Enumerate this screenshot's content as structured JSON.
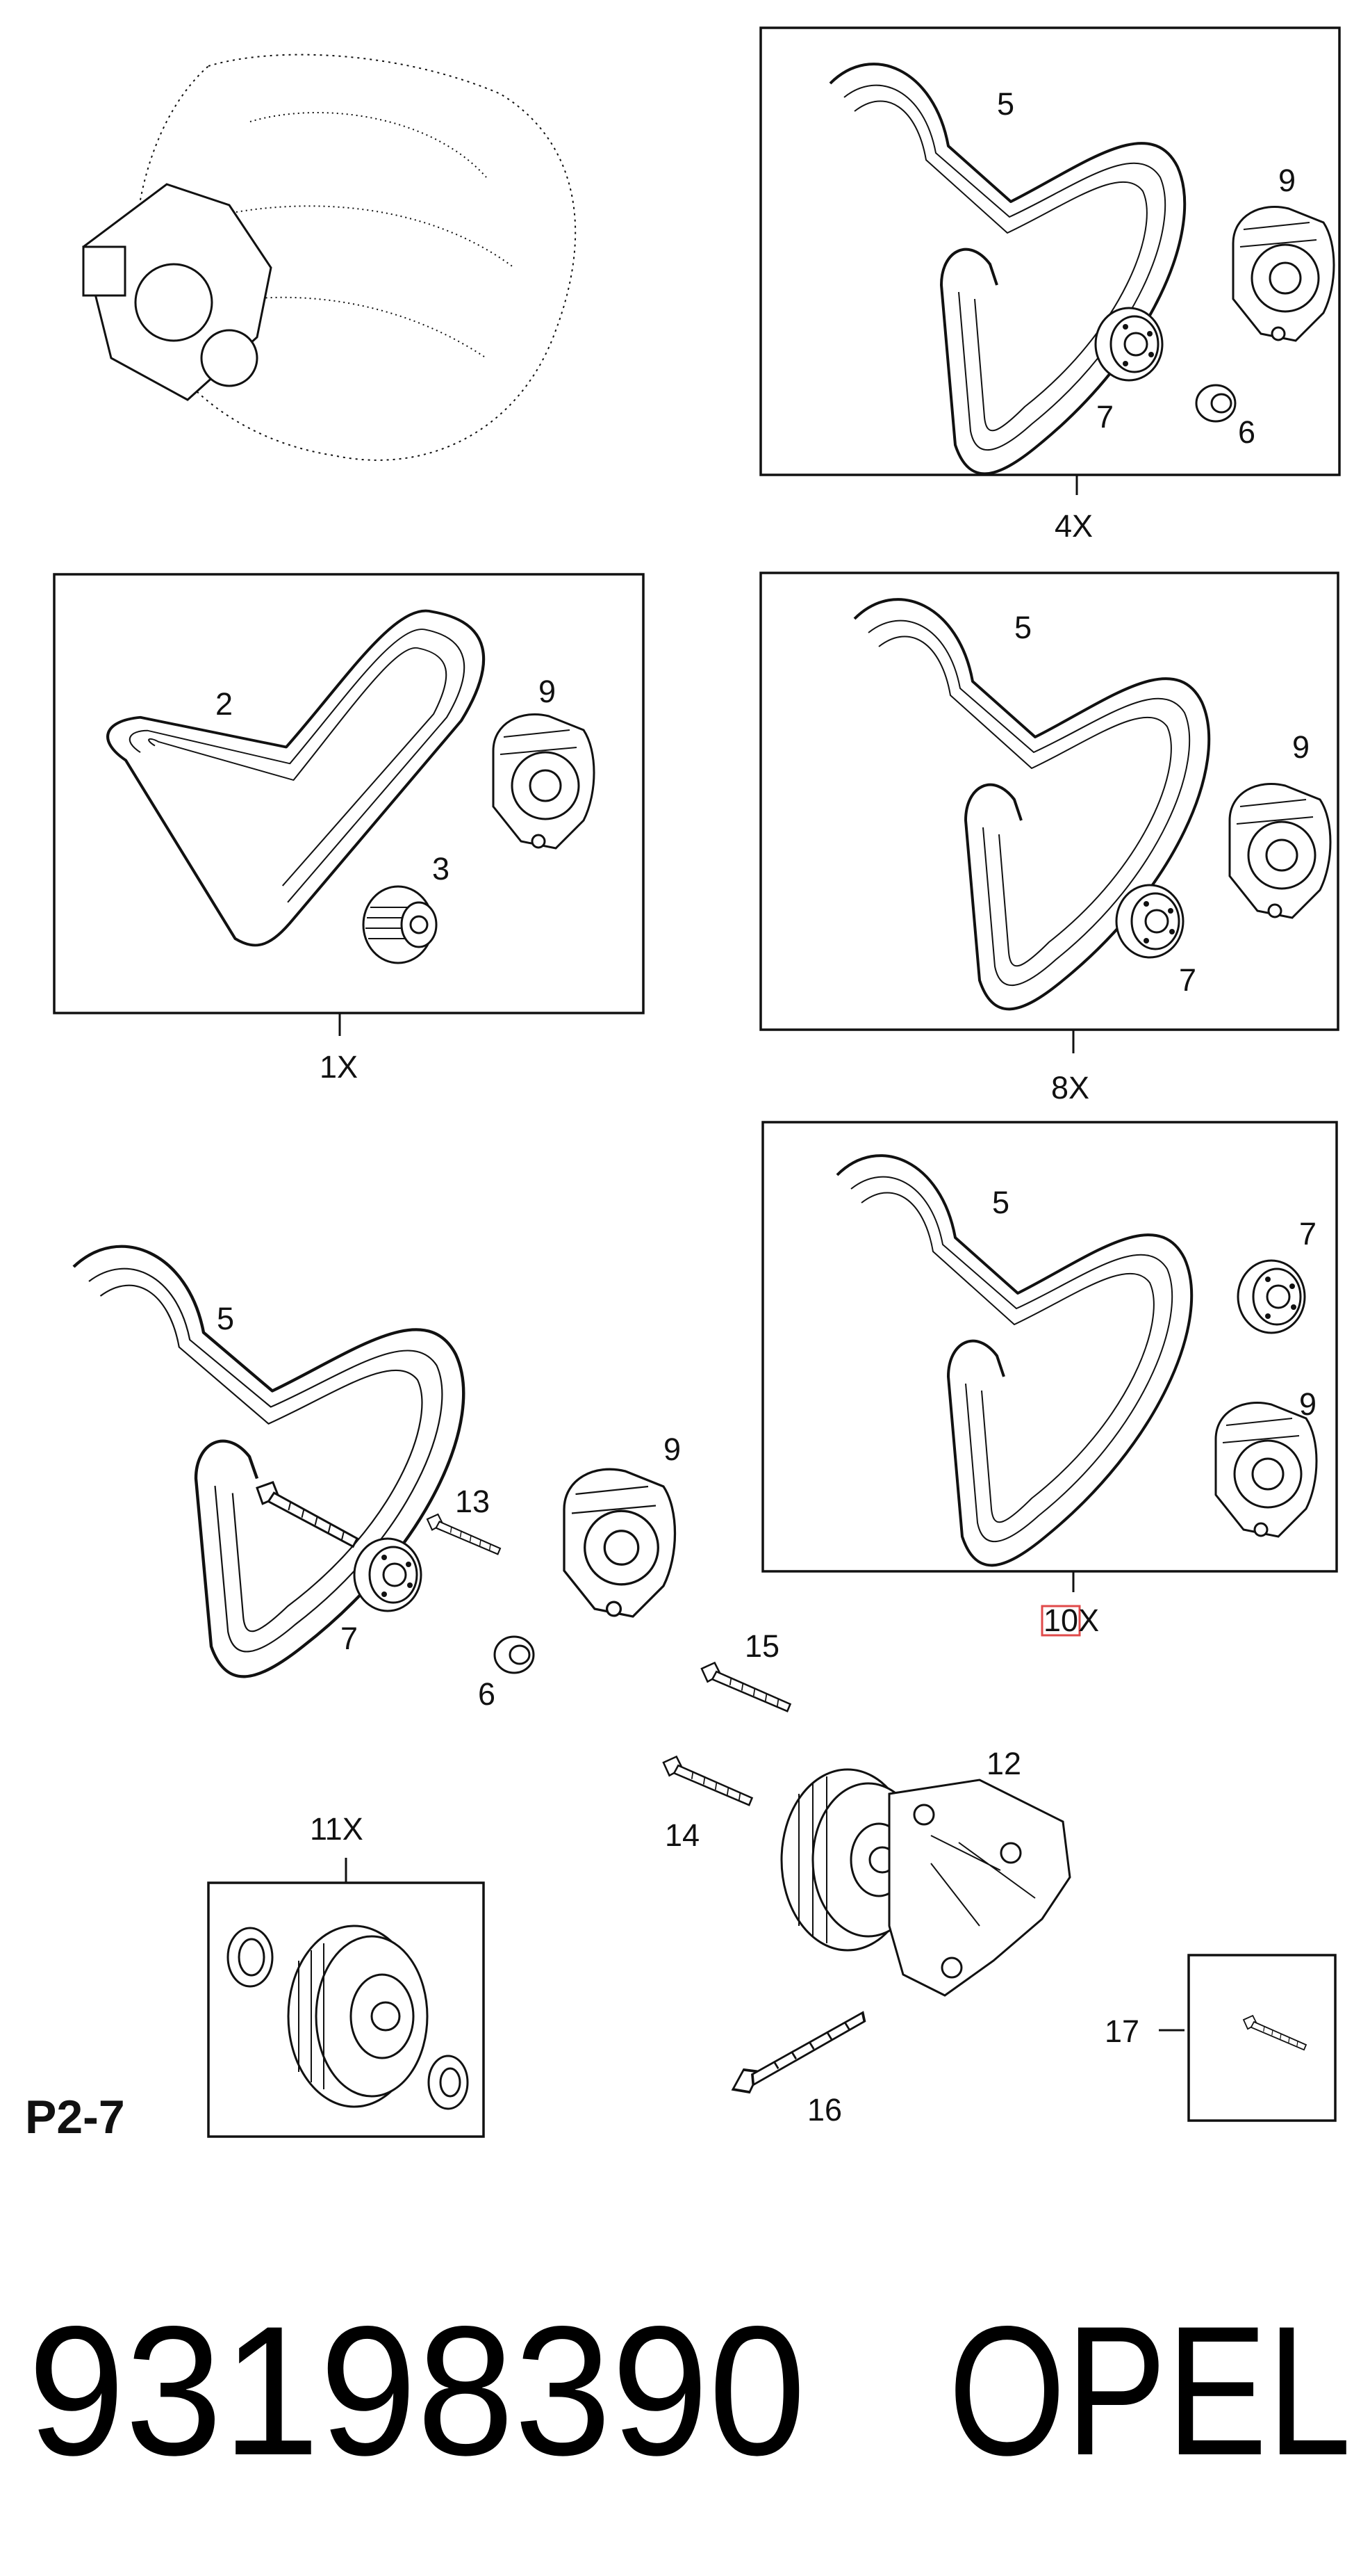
{
  "diagram_ref": "P2-7",
  "footer": {
    "part_number": "93198390",
    "brand": "OPEL"
  },
  "groups": [
    {
      "id": "top",
      "label": "4X",
      "callouts": [
        "5",
        "9",
        "7",
        "6"
      ]
    },
    {
      "id": "left",
      "label": "1X",
      "callouts": [
        "2",
        "9",
        "3"
      ]
    },
    {
      "id": "mid",
      "label": "8X",
      "callouts": [
        "5",
        "9",
        "7"
      ]
    },
    {
      "id": "right",
      "label": "10X",
      "label_num": "10",
      "label_suffix": "X",
      "callouts": [
        "5",
        "7",
        "9"
      ]
    },
    {
      "id": "pulley",
      "label": "11X",
      "callouts": []
    },
    {
      "id": "bolt",
      "label": "",
      "callouts": [
        "17"
      ]
    }
  ],
  "loose_callouts": [
    "5",
    "9",
    "13",
    "7",
    "6",
    "15",
    "12",
    "14",
    "16"
  ],
  "icons": [
    "engine-icon",
    "belt-icon",
    "tensioner-icon",
    "idler-pulley-icon",
    "bushing-icon",
    "bolt-icon",
    "bracket-icon"
  ]
}
